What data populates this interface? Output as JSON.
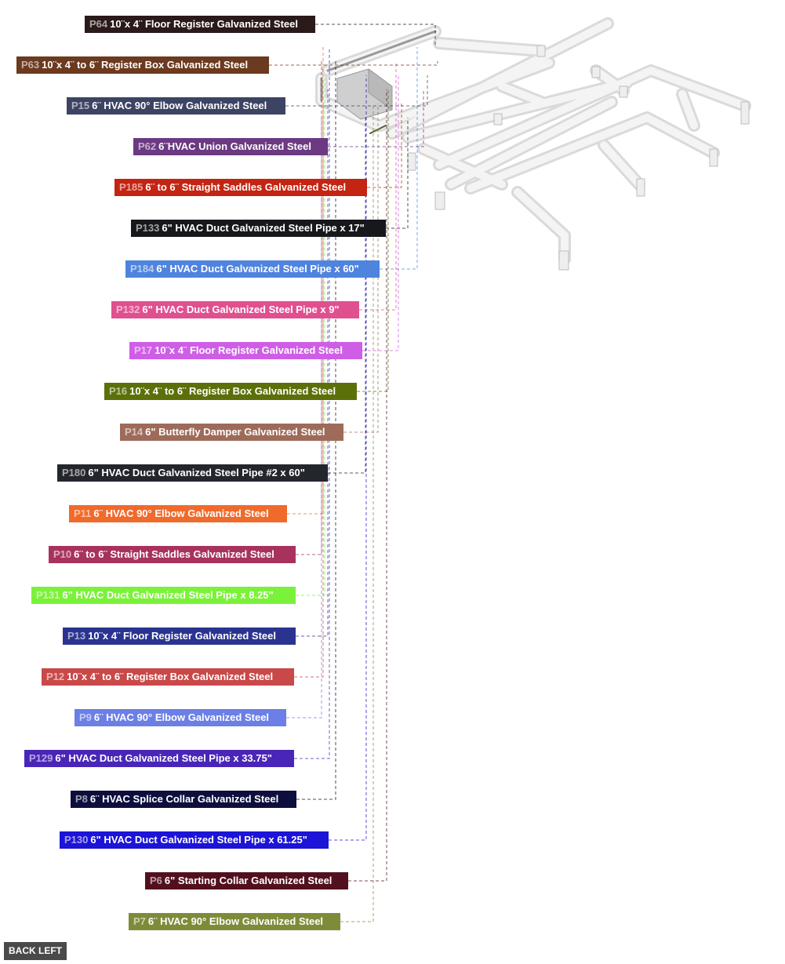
{
  "parts": [
    {
      "code": "P64",
      "name": "10¨x 4¨ Floor Register Galvanized Steel",
      "color": "#2b1a1a"
    },
    {
      "code": "P63",
      "name": "10¨x 4¨ to 6¨ Register Box Galvanized Steel",
      "color": "#6b3a1f"
    },
    {
      "code": "P15",
      "name": "6¨ HVAC 90° Elbow Galvanized Steel",
      "color": "#3d4463"
    },
    {
      "code": "P62",
      "name": "6¨HVAC Union Galvanized Steel",
      "color": "#6b3a82"
    },
    {
      "code": "P185",
      "name": "6¨ to 6¨ Straight Saddles Galvanized Steel",
      "color": "#c42412"
    },
    {
      "code": "P133",
      "name": "6\" HVAC Duct Galvanized Steel Pipe x 17\"",
      "color": "#16181c"
    },
    {
      "code": "P184",
      "name": "6\" HVAC Duct Galvanized Steel Pipe x 60\"",
      "color": "#4f84de"
    },
    {
      "code": "P132",
      "name": "6\" HVAC Duct Galvanized Steel Pipe x 9\"",
      "color": "#e0508f"
    },
    {
      "code": "P17",
      "name": "10¨x 4¨ Floor Register Galvanized Steel",
      "color": "#cf5ee6"
    },
    {
      "code": "P16",
      "name": "10¨x 4¨ to 6¨ Register Box Galvanized Steel",
      "color": "#5c700a"
    },
    {
      "code": "P14",
      "name": "6\" Butterfly Damper Galvanized Steel",
      "color": "#9e6b5a"
    },
    {
      "code": "P180",
      "name": "6\" HVAC Duct Galvanized Steel Pipe #2 x 60\"",
      "color": "#24262e"
    },
    {
      "code": "P11",
      "name": "6¨ HVAC 90° Elbow Galvanized Steel",
      "color": "#f06a2c"
    },
    {
      "code": "P10",
      "name": "6¨ to 6¨ Straight Saddles Galvanized Steel",
      "color": "#a8325e"
    },
    {
      "code": "P131",
      "name": "6\" HVAC Duct Galvanized Steel Pipe x 8.25\"",
      "color": "#7bf23a"
    },
    {
      "code": "P13",
      "name": "10¨x 4¨ Floor Register Galvanized Steel",
      "color": "#2a3490"
    },
    {
      "code": "P12",
      "name": "10¨x 4¨ to 6¨ Register Box Galvanized Steel",
      "color": "#c94848"
    },
    {
      "code": "P9",
      "name": "6¨ HVAC 90° Elbow Galvanized Steel",
      "color": "#6b7fe6"
    },
    {
      "code": "P129",
      "name": "6\" HVAC Duct Galvanized Steel Pipe x 33.75\"",
      "color": "#4a26b8"
    },
    {
      "code": "P8",
      "name": "6¨ HVAC Splice Collar Galvanized Steel",
      "color": "#0e0e3e"
    },
    {
      "code": "P130",
      "name": "6\" HVAC Duct Galvanized Steel Pipe x 61.25\"",
      "color": "#1c14d6"
    },
    {
      "code": "P6",
      "name": "6\" Starting Collar Galvanized Steel",
      "color": "#52101e"
    },
    {
      "code": "P7",
      "name": "6¨ HVAC 90° Elbow Galvanized Steel",
      "color": "#7e8c3a"
    }
  ],
  "view_button": {
    "label": "BACK LEFT"
  }
}
